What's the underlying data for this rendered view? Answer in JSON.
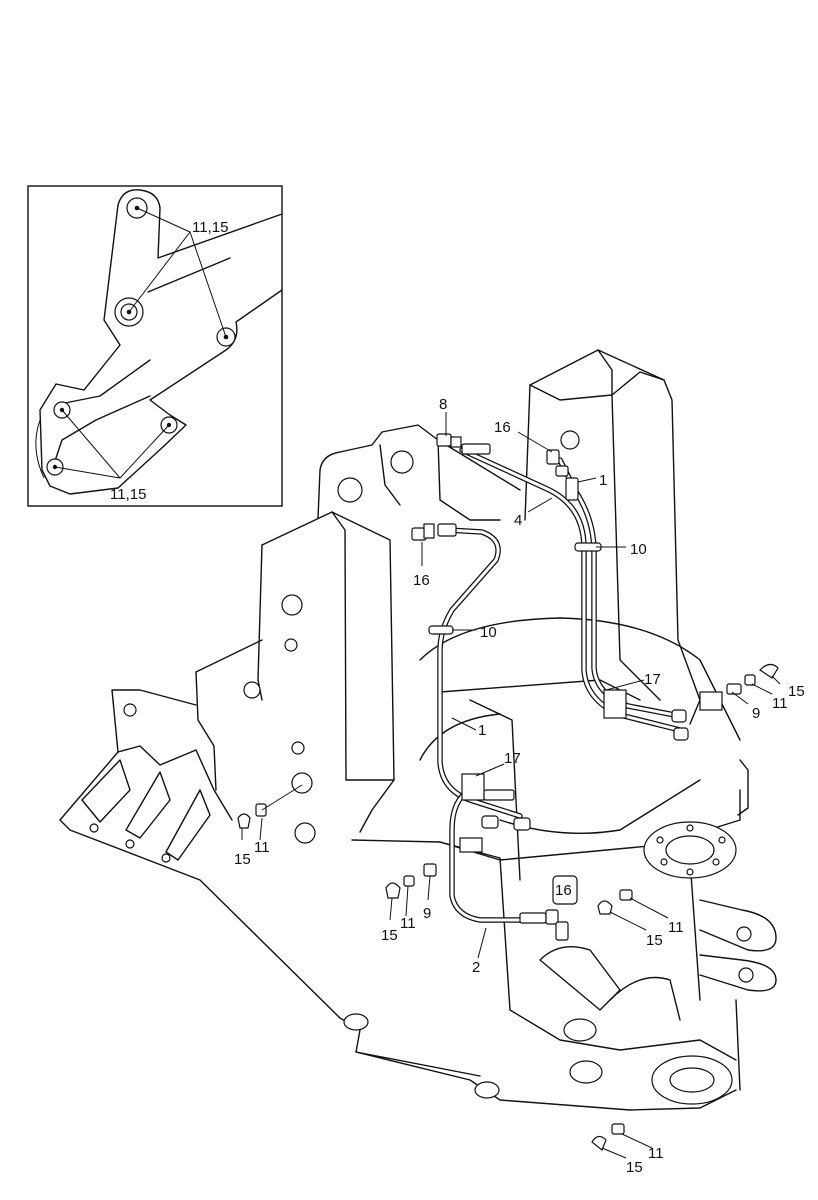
{
  "inset": {
    "callouts": [
      {
        "id": "inset-callout-top",
        "text": "11,15"
      },
      {
        "id": "inset-callout-bottom",
        "text": "11,15"
      }
    ]
  },
  "callouts": {
    "c8": "8",
    "c16_top": "16",
    "c1_top": "1",
    "c4": "4",
    "c10_right": "10",
    "c16_left": "16",
    "c10_left": "10",
    "c17_right": "17",
    "c15_right_top": "15",
    "c11_right_top": "11",
    "c9_right": "9",
    "c1_mid": "1",
    "c17_mid": "17",
    "c15_left": "15",
    "c11_left": "11",
    "c16_bottom": "16",
    "c15_mid_a": "15",
    "c11_mid_a": "11",
    "c9_mid": "9",
    "c11_mid_b": "11",
    "c15_mid_b": "15",
    "c2": "2",
    "c11_bottom": "11",
    "c15_bottom": "15"
  }
}
